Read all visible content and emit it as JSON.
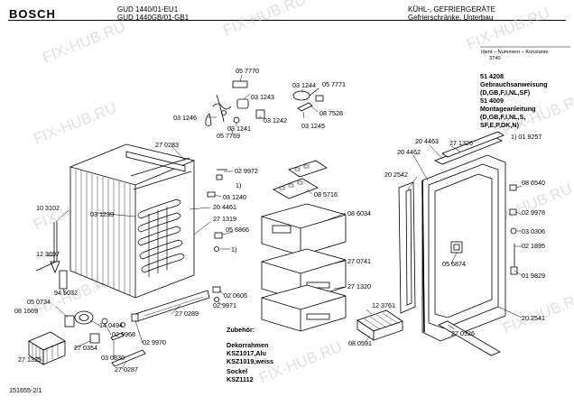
{
  "header": {
    "brand": "BOSCH",
    "models": [
      "GUD 1440/01-EU1",
      "GUD 1440GB/01-GB1"
    ],
    "category": [
      "KÜHL-, GEFRIERGERÄTE",
      "Gefrierschränke, Unterbau"
    ]
  },
  "ident": {
    "title": "Ident – Nummern – Konstante",
    "value": "3740"
  },
  "docs": {
    "lines": [
      "51 4208",
      "Gebrauchsanweisung",
      "(D,GB,F,I,NL,SF)",
      "51 4009",
      "Montageanleitung",
      "(D,GB,F,I,NL,S,",
      "SF,E,P,DK,N)"
    ],
    "note": "1) 01 9257"
  },
  "accessories": {
    "title": "Zubehör:",
    "lines": [
      "Dekorrahmen",
      "KSZ1017,Alu",
      "KSZ1019,weiss",
      "Sockel",
      "KSZ1112"
    ]
  },
  "footer": {
    "code": "151655-2/1"
  },
  "watermark": "FIX-HUB.RU",
  "parts": [
    {
      "id": "p-057770",
      "label": "05 7770"
    },
    {
      "id": "p-031244",
      "label": "03 1244"
    },
    {
      "id": "p-057771",
      "label": "05 7771"
    },
    {
      "id": "p-031243",
      "label": "03 1243"
    },
    {
      "id": "p-031246",
      "label": "03 1246"
    },
    {
      "id": "p-031242",
      "label": "03 1242"
    },
    {
      "id": "p-087528",
      "label": "08 7528"
    },
    {
      "id": "p-031241",
      "label": "03 1241"
    },
    {
      "id": "p-057769",
      "label": "05 7769"
    },
    {
      "id": "p-031245",
      "label": "03 1245"
    },
    {
      "id": "p-270283",
      "label": "27 0283"
    },
    {
      "id": "p-029972",
      "label": "02 9972"
    },
    {
      "id": "p-1a",
      "label": "1)"
    },
    {
      "id": "p-031240",
      "label": "03 1240"
    },
    {
      "id": "p-085716",
      "label": "08 5716"
    },
    {
      "id": "p-103102",
      "label": "10 3102"
    },
    {
      "id": "p-031239",
      "label": "03 1239"
    },
    {
      "id": "p-204461",
      "label": "20 4461"
    },
    {
      "id": "p-271319",
      "label": "27 1319"
    },
    {
      "id": "p-086034",
      "label": "08 6034"
    },
    {
      "id": "p-056866",
      "label": "05 6866"
    },
    {
      "id": "p-123697",
      "label": "12 3697"
    },
    {
      "id": "p-1b",
      "label": "1)"
    },
    {
      "id": "p-945032",
      "label": "94 5032"
    },
    {
      "id": "p-050734",
      "label": "05 0734"
    },
    {
      "id": "p-081669",
      "label": "08 1669"
    },
    {
      "id": "p-020605",
      "label": "02 0605"
    },
    {
      "id": "p-029971",
      "label": "02 9971"
    },
    {
      "id": "p-270741",
      "label": "27 0741"
    },
    {
      "id": "p-271320",
      "label": "27 1320"
    },
    {
      "id": "p-140494",
      "label": "14 0494"
    },
    {
      "id": "p-270289",
      "label": "27 0289"
    },
    {
      "id": "p-123761",
      "label": "12 3761"
    },
    {
      "id": "p-029968",
      "label": "02 9968"
    },
    {
      "id": "p-270354",
      "label": "27 0354"
    },
    {
      "id": "p-029970",
      "label": "02 9970"
    },
    {
      "id": "p-271325",
      "label": "27 1325"
    },
    {
      "id": "p-030830",
      "label": "03 0830"
    },
    {
      "id": "p-270287",
      "label": "27 0287"
    },
    {
      "id": "p-080591",
      "label": "08 0591"
    },
    {
      "id": "p-204463",
      "label": "20 4463"
    },
    {
      "id": "p-271326",
      "label": "27 1326"
    },
    {
      "id": "p-204462",
      "label": "20 4462"
    },
    {
      "id": "p-202542",
      "label": "20 2542"
    },
    {
      "id": "p-086540",
      "label": "08 6540"
    },
    {
      "id": "p-029978",
      "label": "02 9978"
    },
    {
      "id": "p-030306",
      "label": "03 0306"
    },
    {
      "id": "p-021895",
      "label": "02 1895"
    },
    {
      "id": "p-056874",
      "label": "05 6874"
    },
    {
      "id": "p-019829",
      "label": "01 9829"
    },
    {
      "id": "p-202541",
      "label": "20 2541"
    },
    {
      "id": "p-270526",
      "label": "27 0526"
    }
  ]
}
